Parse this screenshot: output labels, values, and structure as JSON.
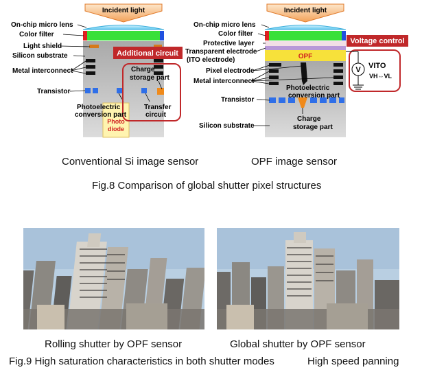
{
  "fig8": {
    "left": {
      "incident_light": "Incident light",
      "labels": {
        "lens": "On-chip micro lens",
        "color_filter": "Color filter",
        "light_shield": "Light shield",
        "silicon_substrate": "Silicon substrate",
        "metal_interconnect": "Metal interconnect",
        "transistor": "Transistor"
      },
      "additional_circuit": "Additional circuit",
      "charge_storage_line1": "Charge",
      "charge_storage_line2": "storage part",
      "photoelectric_line1": "Photoelectric",
      "photoelectric_line2": "conversion part",
      "transfer_line1": "Transfer",
      "transfer_line2": "circuit",
      "photo_diode_line1": "Photo",
      "photo_diode_line2": "diode",
      "caption": "Conventional Si image sensor"
    },
    "right": {
      "incident_light": "Incident light",
      "labels": {
        "lens": "On-chip micro lens",
        "color_filter": "Color filter",
        "protective_layer": "Protective layer",
        "transparent_electrode_line1": "Transparent electrode",
        "transparent_electrode_line2": "(ITO electrode)",
        "pixel_electrode": "Pixel electrode",
        "metal_interconnect": "Metal interconnect",
        "transistor": "Transistor",
        "silicon_substrate": "Silicon substrate"
      },
      "voltage_control": "Voltage control",
      "opf": "OPF",
      "photoelectric_line1": "Photoelectric",
      "photoelectric_line2": "conversion part",
      "charge_storage_line1": "Charge",
      "charge_storage_line2": "storage part",
      "meter_symbol": "V",
      "vito": "VITO",
      "vh_vl": "VH⇔VL",
      "caption": "OPF image sensor"
    },
    "caption": "Fig.8 Comparison of global shutter pixel structures"
  },
  "fig9": {
    "left_caption": "Rolling shutter by OPF sensor",
    "right_caption": "Global shutter by OPF sensor",
    "caption": "Fig.9 High saturation characteristics in both shutter modes",
    "side_caption": "High speed panning"
  },
  "colors": {
    "highlight_red": "#c0282a",
    "color_filter_green": "#39e039",
    "lens_cyan": "#6fd0f0",
    "transistor_blue": "#2f6fe8",
    "storage_orange": "#f08a1a",
    "photodiode_yellow": "#fff4b0",
    "opf_yellow": "#f7e13a",
    "sky_blue": "#b9cfe2"
  }
}
